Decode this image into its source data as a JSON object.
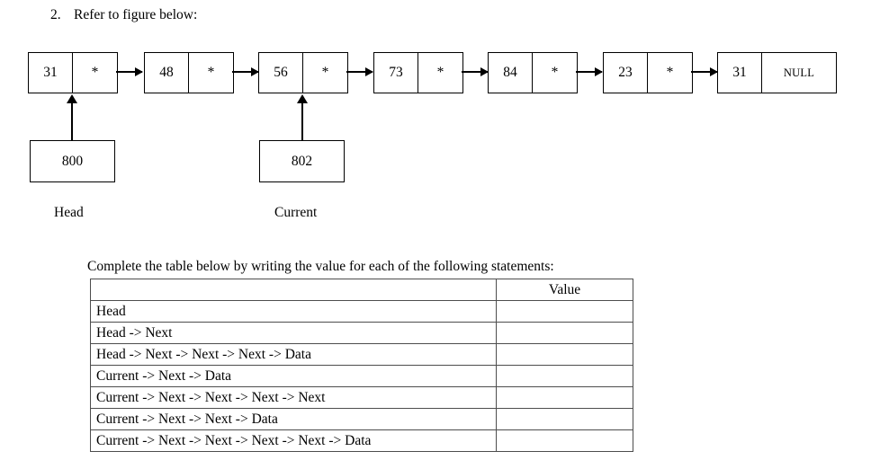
{
  "question": {
    "number": "2.",
    "text": "Refer to figure below:"
  },
  "diagram": {
    "nodes": [
      {
        "data": "31",
        "pointer": "*"
      },
      {
        "data": "48",
        "pointer": "*"
      },
      {
        "data": "56",
        "pointer": "*"
      },
      {
        "data": "73",
        "pointer": "*"
      },
      {
        "data": "84",
        "pointer": "*"
      },
      {
        "data": "23",
        "pointer": "*"
      },
      {
        "data": "31",
        "pointer": "NULL"
      }
    ],
    "pointers": [
      {
        "address": "800",
        "label": "Head"
      },
      {
        "address": "802",
        "label": "Current"
      }
    ]
  },
  "table_section": {
    "intro": "Complete the table below by writing the value for each of the following statements:",
    "headers": [
      "",
      "Value"
    ],
    "rows": [
      {
        "statement": "Head",
        "value": ""
      },
      {
        "statement": "Head -> Next",
        "value": ""
      },
      {
        "statement": "Head -> Next -> Next -> Next -> Data",
        "value": ""
      },
      {
        "statement": "Current -> Next -> Data",
        "value": ""
      },
      {
        "statement": "Current -> Next -> Next -> Next -> Next",
        "value": ""
      },
      {
        "statement": "Current -> Next -> Next -> Data",
        "value": ""
      },
      {
        "statement": "Current -> Next -> Next -> Next -> Next -> Data",
        "value": ""
      }
    ]
  },
  "colors": {
    "ink": "#000000",
    "paper": "#ffffff",
    "table_rule": "#4d4d4d"
  }
}
